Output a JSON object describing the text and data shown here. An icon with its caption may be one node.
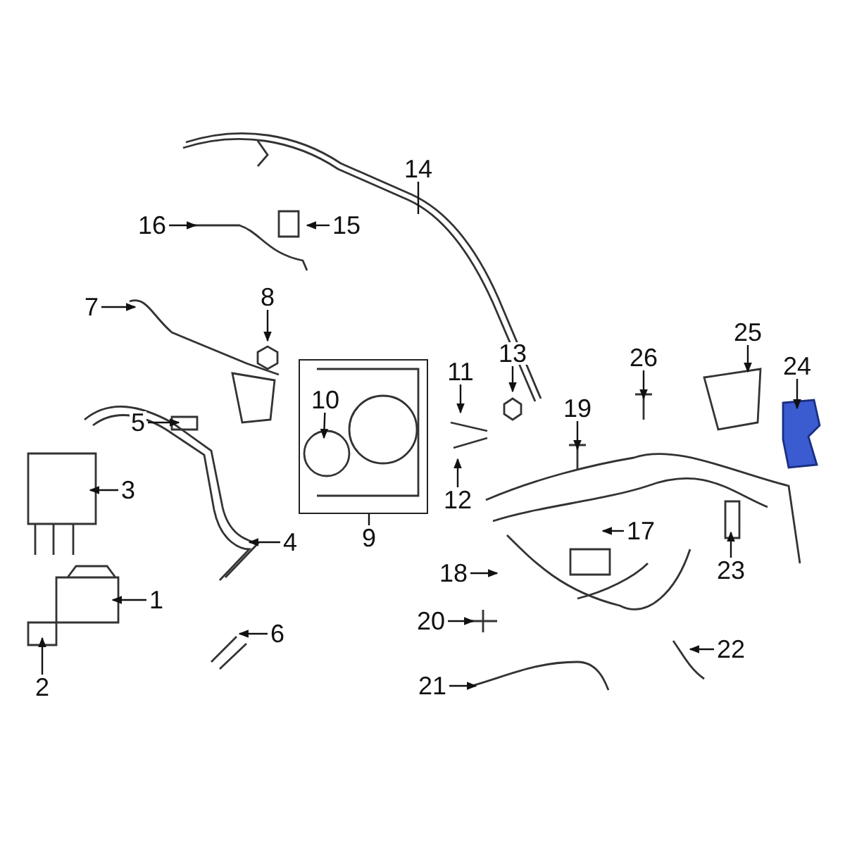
{
  "diagram": {
    "nodes": [
      {
        "text": [],
        "shape": "box"
      },
      {
        "text": [
          "1"
        ]
      },
      {
        "text": [
          "2"
        ]
      },
      {
        "text": [
          "3"
        ]
      },
      {
        "text": [
          "4"
        ]
      },
      {
        "text": [
          "5"
        ]
      },
      {
        "text": [
          "6"
        ]
      },
      {
        "text": [
          "7"
        ]
      },
      {
        "text": [
          "8"
        ]
      },
      {
        "text": [
          "9"
        ]
      },
      {
        "text": [
          "10"
        ],
        "in": 0
      },
      {
        "text": [
          "11"
        ]
      },
      {
        "text": [
          "12"
        ]
      },
      {
        "text": [
          "13"
        ]
      },
      {
        "text": [
          "14"
        ]
      },
      {
        "text": [
          "15"
        ]
      },
      {
        "text": [
          "16"
        ]
      },
      {
        "text": [
          "17"
        ]
      },
      {
        "text": [
          "18"
        ]
      },
      {
        "text": [
          "19"
        ]
      },
      {
        "text": [
          "20"
        ]
      },
      {
        "text": [
          "21"
        ]
      },
      {
        "text": [
          "22"
        ]
      },
      {
        "text": [
          "23"
        ]
      },
      {
        "text": [
          "24"
        ]
      },
      {
        "text": [
          "25"
        ]
      },
      {
        "text": [
          "26"
        ]
      }
    ],
    "edges": [
      {
        "from": 1,
        "to": null,
        "arrow": "to"
      },
      {
        "from": 2,
        "to": null,
        "arrow": "to"
      },
      {
        "from": 3,
        "to": null,
        "arrow": "to"
      },
      {
        "from": 4,
        "to": null,
        "arrow": "to"
      },
      {
        "from": 5,
        "to": null,
        "arrow": "to"
      },
      {
        "from": 6,
        "to": null,
        "arrow": "to"
      },
      {
        "from": 7,
        "to": null,
        "arrow": "to"
      },
      {
        "from": 8,
        "to": null,
        "arrow": "to"
      },
      {
        "from": 9,
        "to": 0,
        "arrow": "none"
      },
      {
        "from": 10,
        "to": null,
        "arrow": "to"
      },
      {
        "from": 11,
        "to": null,
        "arrow": "to"
      },
      {
        "from": 12,
        "to": null,
        "arrow": "to"
      },
      {
        "from": 13,
        "to": null,
        "arrow": "to"
      },
      {
        "from": 14,
        "to": null,
        "arrow": "none"
      },
      {
        "from": 15,
        "to": null,
        "arrow": "to"
      },
      {
        "from": 16,
        "to": null,
        "arrow": "to"
      },
      {
        "from": 17,
        "to": null,
        "arrow": "to"
      },
      {
        "from": 18,
        "to": null,
        "arrow": "to"
      },
      {
        "from": 19,
        "to": null,
        "arrow": "to"
      },
      {
        "from": 20,
        "to": null,
        "arrow": "to"
      },
      {
        "from": 21,
        "to": null,
        "arrow": "to"
      },
      {
        "from": 22,
        "to": null,
        "arrow": "to"
      },
      {
        "from": 23,
        "to": null,
        "arrow": "to"
      },
      {
        "from": 24,
        "to": null,
        "arrow": "to"
      },
      {
        "from": 25,
        "to": null,
        "arrow": "to"
      },
      {
        "from": 26,
        "to": null,
        "arrow": "to"
      }
    ]
  }
}
